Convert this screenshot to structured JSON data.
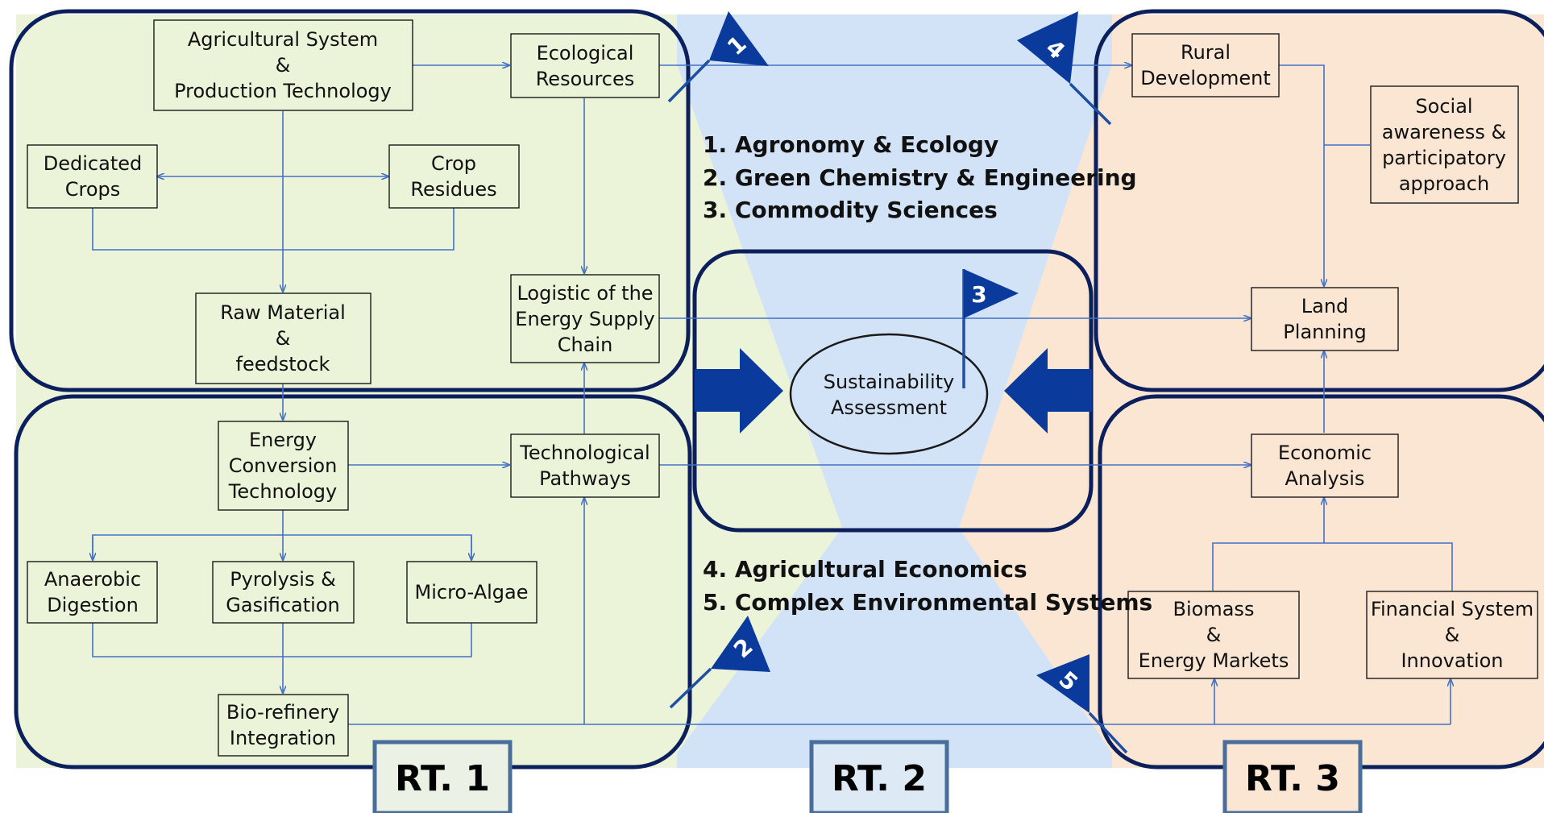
{
  "colors": {
    "green_zone": "#ebf3d9",
    "blue_zone": "#d3e3f7",
    "orange_zone": "#fbe5d3",
    "region_border": "#0b1f5c",
    "connector": "#4472c4",
    "arrow": "#0a3a9c"
  },
  "nodes": {
    "agri_system": [
      "Agricultural  System",
      "&",
      "Production Technology"
    ],
    "eco_resources": [
      "Ecological",
      "Resources"
    ],
    "dedicated_crops": [
      "Dedicated",
      "Crops"
    ],
    "crop_residues": [
      "Crop",
      "Residues"
    ],
    "raw_material": [
      "Raw Material",
      "&",
      "feedstock"
    ],
    "logistic": [
      "Logistic of the",
      "Energy Supply",
      "Chain"
    ],
    "energy_conversion": [
      "Energy",
      "Conversion",
      "Technology"
    ],
    "tech_pathways": [
      "Technological",
      "Pathways"
    ],
    "anaerobic": [
      "Anaerobic",
      "Digestion"
    ],
    "pyrolysis": [
      "Pyrolysis &",
      "Gasification"
    ],
    "micro_algae": [
      "Micro-Algae"
    ],
    "biorefinery": [
      "Bio-refinery",
      "Integration"
    ],
    "sustainability": [
      "Sustainability",
      "Assessment"
    ],
    "rural_dev": [
      "Rural",
      "Development"
    ],
    "social": [
      "Social",
      "awareness &",
      "participatory",
      "approach"
    ],
    "land_planning": [
      "Land",
      "Planning"
    ],
    "economic": [
      "Economic",
      "Analysis"
    ],
    "biomass": [
      "Biomass",
      "&",
      "Energy Markets"
    ],
    "financial": [
      "Financial System",
      "&",
      "Innovation"
    ]
  },
  "legend_top": [
    "1. Agronomy & Ecology",
    "2. Green Chemistry & Engineering",
    "3. Commodity Sciences"
  ],
  "legend_bottom": [
    "4. Agricultural Economics",
    "5. Complex Environmental Systems"
  ],
  "flags": {
    "f1": "1",
    "f2": "2",
    "f3": "3",
    "f4": "4",
    "f5": "5"
  },
  "labels": {
    "rt1": "RT. 1",
    "rt2": "RT. 2",
    "rt3": "RT. 3"
  }
}
